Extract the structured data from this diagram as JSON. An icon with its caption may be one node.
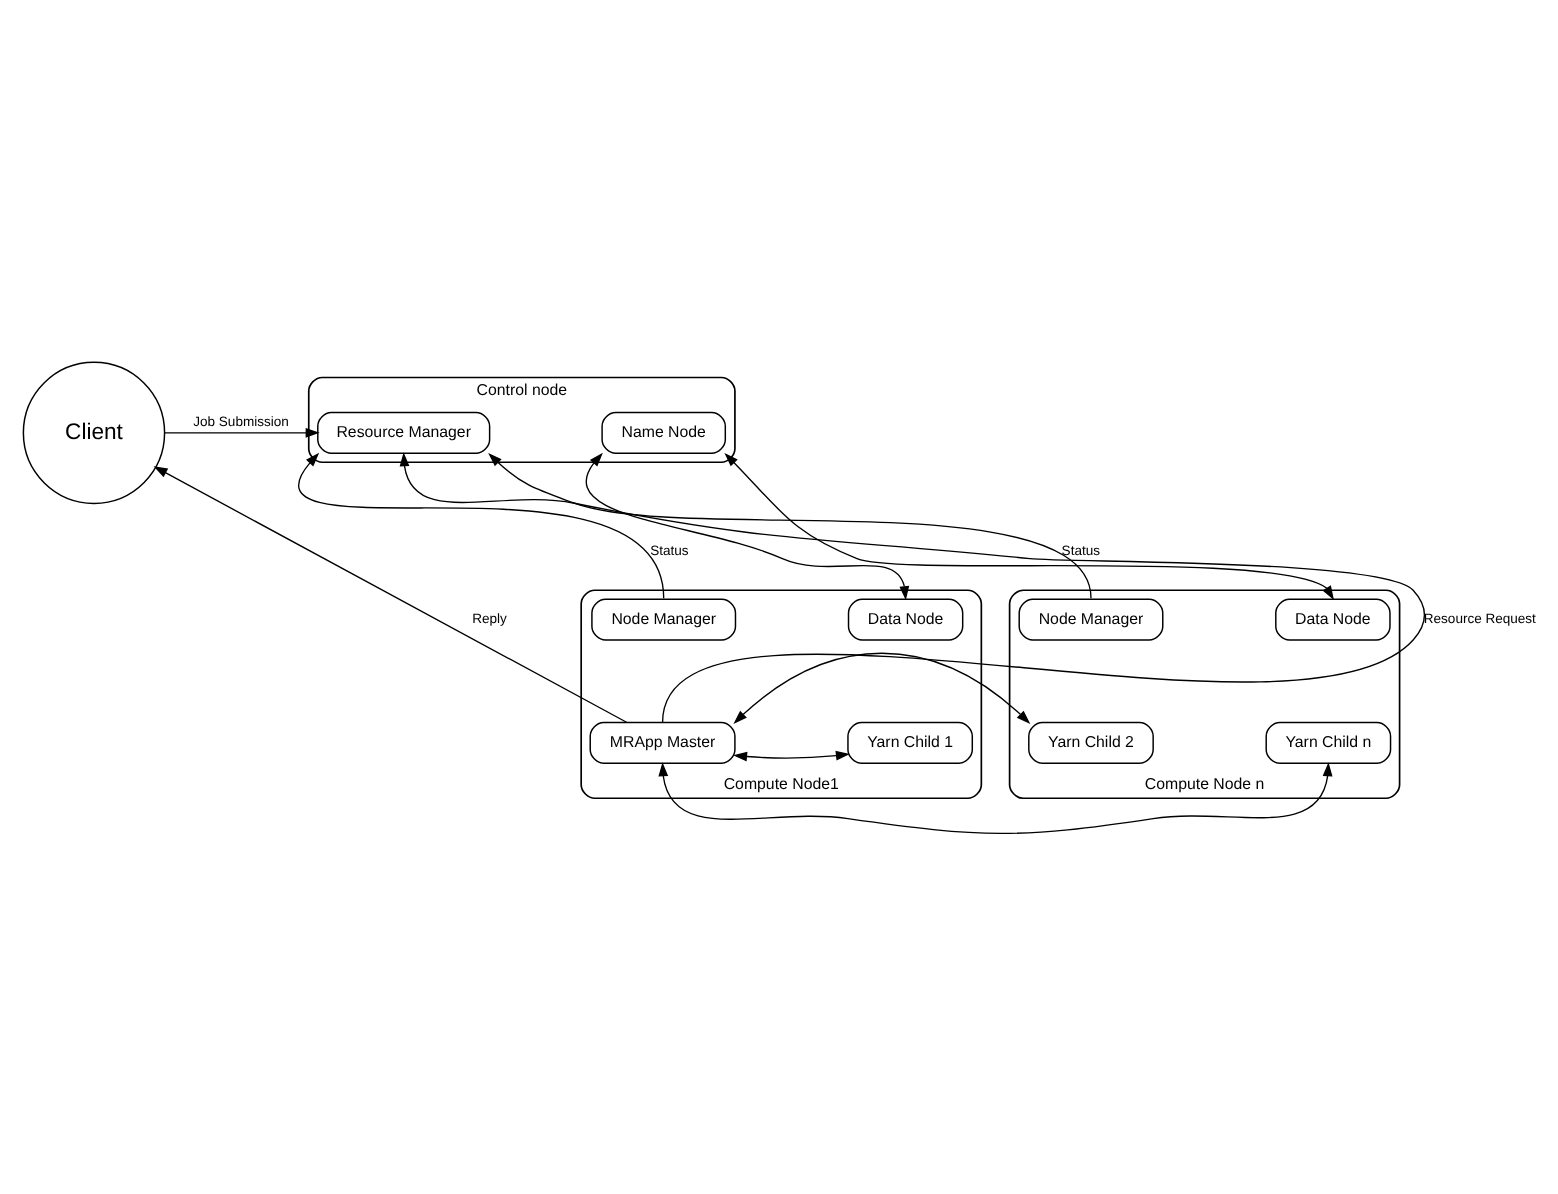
{
  "diagram": {
    "nodes": [
      {
        "text": [
          "Client"
        ]
      },
      {
        "text": [
          "Control node"
        ]
      },
      {
        "text": [
          "Resource Manager"
        ],
        "in": 1
      },
      {
        "text": [
          "Name Node"
        ],
        "in": 1
      },
      {
        "text": [
          "Compute Node1"
        ]
      },
      {
        "text": [
          "Node Manager"
        ],
        "in": 4
      },
      {
        "text": [
          "Data Node"
        ],
        "in": 4
      },
      {
        "text": [
          "MRApp Master"
        ],
        "in": 4
      },
      {
        "text": [
          "Yarn Child 1"
        ],
        "in": 4
      },
      {
        "text": [
          "Compute Node n"
        ]
      },
      {
        "text": [
          "Node Manager"
        ],
        "in": 9
      },
      {
        "text": [
          "Data Node"
        ],
        "in": 9
      },
      {
        "text": [
          "Yarn Child 2"
        ],
        "in": 9
      },
      {
        "text": [
          "Yarn Child n"
        ],
        "in": 9
      }
    ],
    "edges": [
      {
        "from": 0,
        "to": 2,
        "arrow": "to",
        "label": "Job Submission"
      },
      {
        "from": 5,
        "to": 2,
        "arrow": "to",
        "label": "Status"
      },
      {
        "from": 7,
        "to": 2,
        "arrow": "to",
        "label": "Resource Request"
      },
      {
        "from": 10,
        "to": 2,
        "arrow": "to",
        "label": "Status"
      },
      {
        "from": 3,
        "to": 6,
        "arrow": "both"
      },
      {
        "from": 3,
        "to": 11,
        "arrow": "both"
      },
      {
        "from": 7,
        "to": 0,
        "arrow": "to",
        "label": "Reply"
      },
      {
        "from": 7,
        "to": 12,
        "arrow": "both"
      },
      {
        "from": 7,
        "to": 8,
        "arrow": "both"
      },
      {
        "from": 7,
        "to": 13,
        "arrow": "both"
      }
    ]
  }
}
